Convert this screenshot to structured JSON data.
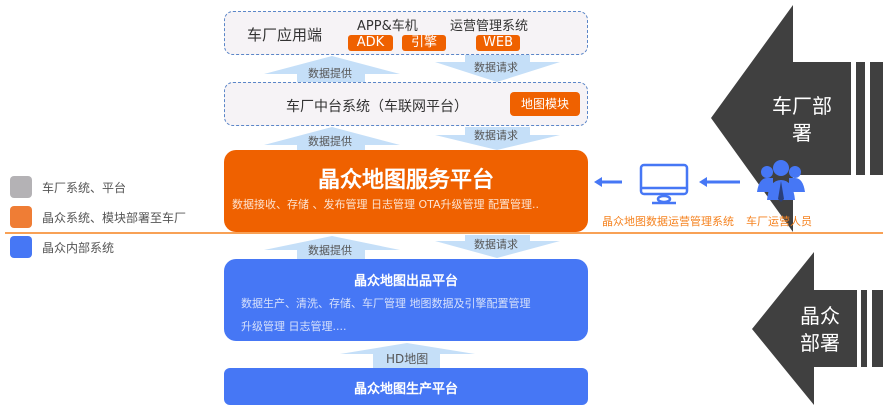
{
  "legend": [
    {
      "label": "车厂系统、平台",
      "color": "#b4b2b5"
    },
    {
      "label": "晶众系统、模块部署至车厂",
      "color": "#ef7d35"
    },
    {
      "label": "晶众内部系统",
      "color": "#4677f5"
    }
  ],
  "app_layer": {
    "title": "车厂应用端",
    "app_label": "APP&车机",
    "ops_label": "运营管理系统",
    "tags": [
      "ADK",
      "引擎",
      "WEB"
    ]
  },
  "middle_layer": {
    "title": "车厂中台系统（车联网平台）",
    "tag": "地图模块"
  },
  "service_platform": {
    "title": "晶众地图服务平台",
    "desc": "数据接收、存储 、发布管理  日志管理  OTA升级管理  配置管理.."
  },
  "output_platform": {
    "title": "晶众地图出品平台",
    "desc1": "数据生产、清洗、存储、车厂管理  地图数据及引擎配置管理",
    "desc2": "升级管理  日志管理...."
  },
  "production_platform": {
    "title": "晶众地图生产平台"
  },
  "arrows": {
    "provide": "数据提供",
    "request": "数据请求",
    "hd": "HD地图"
  },
  "ops_system": "晶众地图数据运营管理系统",
  "ops_staff": "车厂运营人员",
  "deploy": {
    "oem": [
      "车厂部",
      "署"
    ],
    "jz": [
      "晶众",
      "部署"
    ]
  },
  "colors": {
    "orange": "#ef6100",
    "blue": "#4677f5",
    "dark": "#404040",
    "arrow": "#c5dff8"
  }
}
